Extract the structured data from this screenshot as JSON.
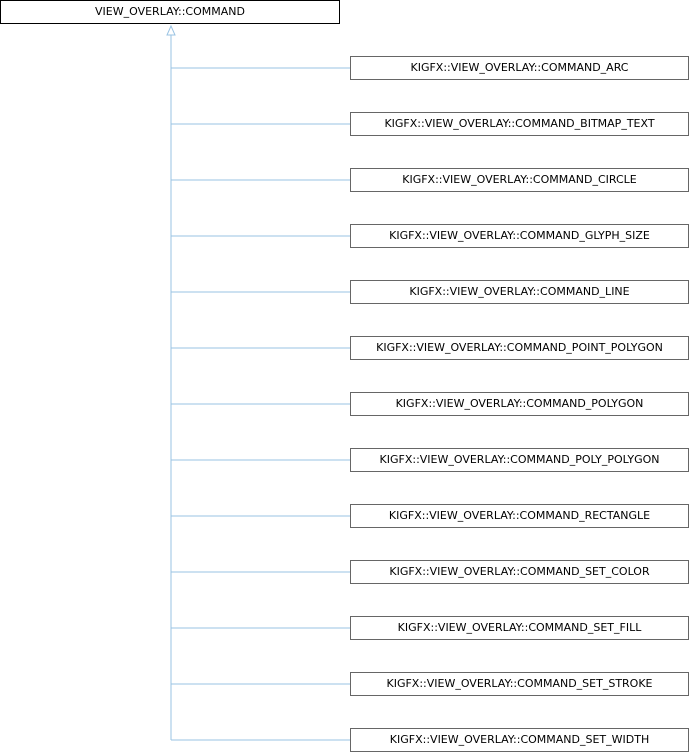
{
  "base_class": {
    "label": "VIEW_OVERLAY::COMMAND"
  },
  "derived_classes": [
    {
      "label": "KIGFX::VIEW_OVERLAY::COMMAND_ARC"
    },
    {
      "label": "KIGFX::VIEW_OVERLAY::COMMAND_BITMAP_TEXT"
    },
    {
      "label": "KIGFX::VIEW_OVERLAY::COMMAND_CIRCLE"
    },
    {
      "label": "KIGFX::VIEW_OVERLAY::COMMAND_GLYPH_SIZE"
    },
    {
      "label": "KIGFX::VIEW_OVERLAY::COMMAND_LINE"
    },
    {
      "label": "KIGFX::VIEW_OVERLAY::COMMAND_POINT_POLYGON"
    },
    {
      "label": "KIGFX::VIEW_OVERLAY::COMMAND_POLYGON"
    },
    {
      "label": "KIGFX::VIEW_OVERLAY::COMMAND_POLY_POLYGON"
    },
    {
      "label": "KIGFX::VIEW_OVERLAY::COMMAND_RECTANGLE"
    },
    {
      "label": "KIGFX::VIEW_OVERLAY::COMMAND_SET_COLOR"
    },
    {
      "label": "KIGFX::VIEW_OVERLAY::COMMAND_SET_FILL"
    },
    {
      "label": "KIGFX::VIEW_OVERLAY::COMMAND_SET_STROKE"
    },
    {
      "label": "KIGFX::VIEW_OVERLAY::COMMAND_SET_WIDTH"
    }
  ],
  "colors": {
    "edge": "#9ac3e3",
    "border": "#666666",
    "base_border": "#000000",
    "background": "#ffffff",
    "text": "#000000"
  }
}
